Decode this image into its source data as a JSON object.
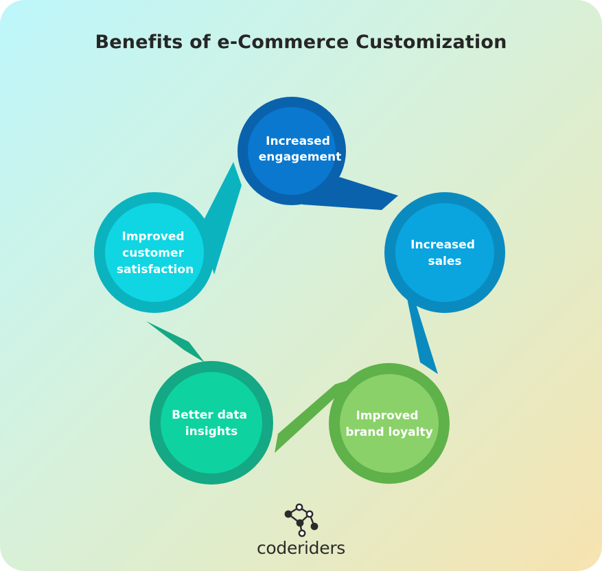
{
  "title": "Benefits of e-Commerce Customization",
  "nodes": [
    {
      "id": "increased-engagement",
      "lines": [
        "Increased",
        "engagement"
      ],
      "fill": "#0a78cf",
      "ring": "#0a62ad"
    },
    {
      "id": "increased-sales",
      "lines": [
        "Increased",
        "sales"
      ],
      "fill": "#0aa5df",
      "ring": "#0a8bc0"
    },
    {
      "id": "improved-brand-loyalty",
      "lines": [
        "Improved",
        "brand loyalty"
      ],
      "fill": "#8bd16a",
      "ring": "#5fb14a"
    },
    {
      "id": "better-data-insights",
      "lines": [
        "Better data",
        "insights"
      ],
      "fill": "#0ed3a0",
      "ring": "#14a884"
    },
    {
      "id": "improved-customer-satisfaction",
      "lines": [
        "Improved",
        "customer",
        "satisfaction"
      ],
      "fill": "#0fd6e2",
      "ring": "#0bb3bf"
    }
  ],
  "logo": {
    "icon": "network-nodes-icon",
    "brand_part1": "code",
    "brand_part2": "riders"
  }
}
